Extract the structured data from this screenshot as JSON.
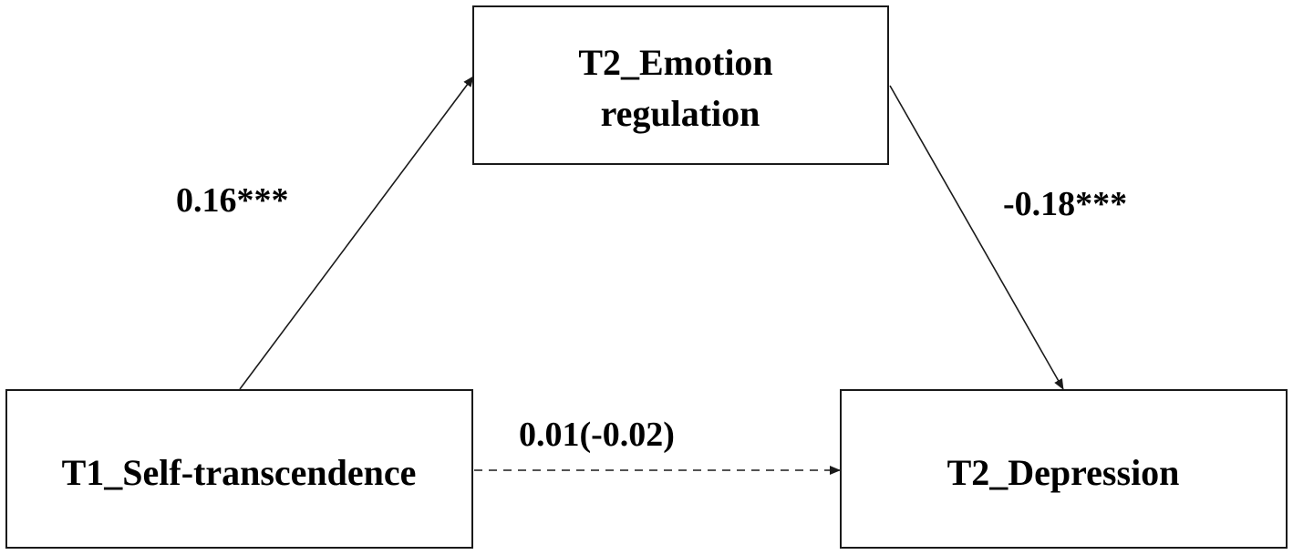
{
  "nodes": {
    "mediator": {
      "lines": [
        "T2_Emotion",
        "regulation"
      ]
    },
    "predictor": {
      "label": "T1_Self-transcendence"
    },
    "outcome": {
      "label": "T2_Depression"
    }
  },
  "paths": {
    "a": {
      "label": "0.16***",
      "style": "solid"
    },
    "b": {
      "label": "-0.18***",
      "style": "solid"
    },
    "c": {
      "label": "0.01(-0.02)",
      "style": "dashed"
    }
  },
  "colors": {
    "line": "#1a1a1a",
    "text": "#000000",
    "background": "#ffffff"
  }
}
